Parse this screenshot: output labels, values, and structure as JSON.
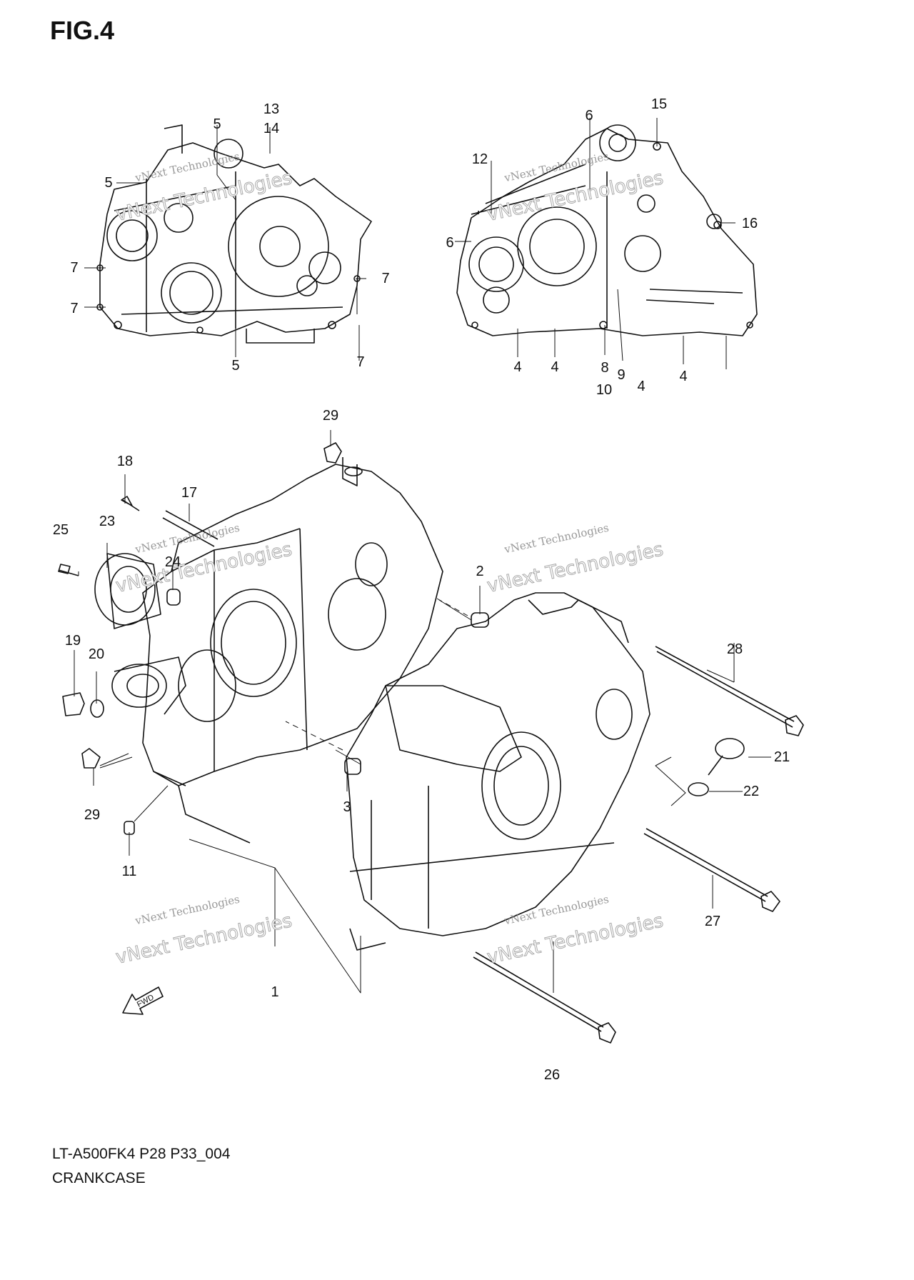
{
  "title": "FIG.4",
  "footer": {
    "code": "LT-A500FK4 P28 P33_004",
    "name": "CRANKCASE"
  },
  "watermark": {
    "line1": "vNext Technologies",
    "line2": "vNext Technologies"
  },
  "callouts": {
    "c1": "1",
    "c2": "2",
    "c3": "3",
    "c4a": "4",
    "c4b": "4",
    "c4c": "4",
    "c4d": "4",
    "c5a": "5",
    "c5b": "5",
    "c5c": "5",
    "c6a": "6",
    "c6b": "6",
    "c7a": "7",
    "c7b": "7",
    "c7c": "7",
    "c7d": "7",
    "c8": "8",
    "c9": "9",
    "c10": "10",
    "c11": "11",
    "c12": "12",
    "c13": "13",
    "c14": "14",
    "c15": "15",
    "c16": "16",
    "c17": "17",
    "c18": "18",
    "c19": "19",
    "c20": "20",
    "c21": "21",
    "c22": "22",
    "c23": "23",
    "c24": "24",
    "c25": "25",
    "c26": "26",
    "c27": "27",
    "c28": "28",
    "c29a": "29",
    "c29b": "29"
  },
  "fwd_label": "FWD"
}
